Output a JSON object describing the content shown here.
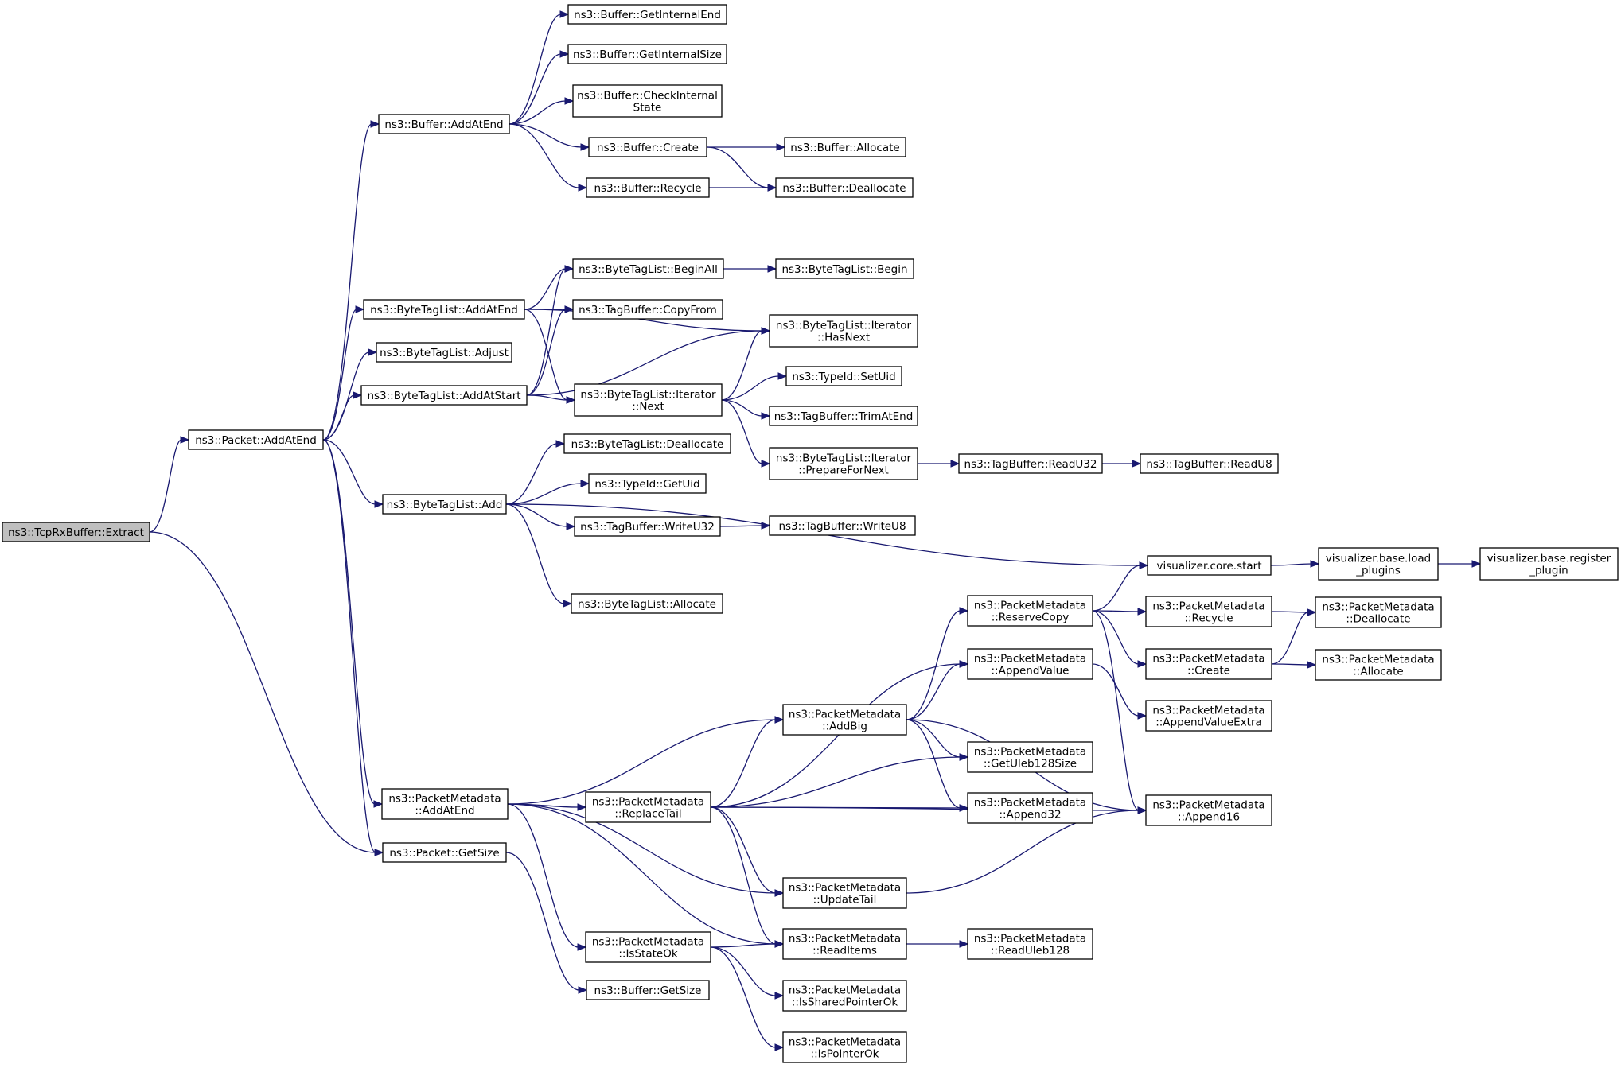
{
  "graph": {
    "colors": {
      "edge": "#191970",
      "node_border": "#000000",
      "node_fill": "#ffffff",
      "root_fill": "#bfbfbf"
    },
    "nodes": [
      {
        "id": "extract",
        "lines": [
          "ns3::TcpRxBuffer::Extract"
        ],
        "root": true
      },
      {
        "id": "packet_addatend",
        "lines": [
          "ns3::Packet::AddAtEnd"
        ]
      },
      {
        "id": "packet_getsize",
        "lines": [
          "ns3::Packet::GetSize"
        ]
      },
      {
        "id": "buffer_addatend",
        "lines": [
          "ns3::Buffer::AddAtEnd"
        ]
      },
      {
        "id": "btl_addatend",
        "lines": [
          "ns3::ByteTagList::AddAtEnd"
        ]
      },
      {
        "id": "btl_adjust",
        "lines": [
          "ns3::ByteTagList::Adjust"
        ]
      },
      {
        "id": "btl_addatstart",
        "lines": [
          "ns3::ByteTagList::AddAtStart"
        ]
      },
      {
        "id": "btl_add",
        "lines": [
          "ns3::ByteTagList::Add"
        ]
      },
      {
        "id": "pm_addatend",
        "lines": [
          "ns3::PacketMetadata",
          "::AddAtEnd"
        ]
      },
      {
        "id": "buffer_getinternalend",
        "lines": [
          "ns3::Buffer::GetInternalEnd"
        ]
      },
      {
        "id": "buffer_getinternalsize",
        "lines": [
          "ns3::Buffer::GetInternalSize"
        ]
      },
      {
        "id": "buffer_checkinternal",
        "lines": [
          "ns3::Buffer::CheckInternal",
          "State"
        ]
      },
      {
        "id": "buffer_create",
        "lines": [
          "ns3::Buffer::Create"
        ]
      },
      {
        "id": "buffer_recycle",
        "lines": [
          "ns3::Buffer::Recycle"
        ]
      },
      {
        "id": "buffer_allocate",
        "lines": [
          "ns3::Buffer::Allocate"
        ]
      },
      {
        "id": "buffer_deallocate",
        "lines": [
          "ns3::Buffer::Deallocate"
        ]
      },
      {
        "id": "btl_beginall",
        "lines": [
          "ns3::ByteTagList::BeginAll"
        ]
      },
      {
        "id": "btl_begin",
        "lines": [
          "ns3::ByteTagList::Begin"
        ]
      },
      {
        "id": "tagbuffer_copyfrom",
        "lines": [
          "ns3::TagBuffer::CopyFrom"
        ]
      },
      {
        "id": "btl_it_hasnext",
        "lines": [
          "ns3::ByteTagList::Iterator",
          "::HasNext"
        ]
      },
      {
        "id": "btl_it_next",
        "lines": [
          "ns3::ByteTagList::Iterator",
          "::Next"
        ]
      },
      {
        "id": "typeid_setuid",
        "lines": [
          "ns3::TypeId::SetUid"
        ]
      },
      {
        "id": "tagbuffer_trimatend",
        "lines": [
          "ns3::TagBuffer::TrimAtEnd"
        ]
      },
      {
        "id": "btl_it_prepare",
        "lines": [
          "ns3::ByteTagList::Iterator",
          "::PrepareForNext"
        ]
      },
      {
        "id": "tagbuffer_readu32",
        "lines": [
          "ns3::TagBuffer::ReadU32"
        ]
      },
      {
        "id": "tagbuffer_readu8",
        "lines": [
          "ns3::TagBuffer::ReadU8"
        ]
      },
      {
        "id": "btl_deallocate",
        "lines": [
          "ns3::ByteTagList::Deallocate"
        ]
      },
      {
        "id": "typeid_getuid",
        "lines": [
          "ns3::TypeId::GetUid"
        ]
      },
      {
        "id": "tagbuffer_writeu32",
        "lines": [
          "ns3::TagBuffer::WriteU32"
        ]
      },
      {
        "id": "tagbuffer_writeu8",
        "lines": [
          "ns3::TagBuffer::WriteU8"
        ]
      },
      {
        "id": "btl_allocate",
        "lines": [
          "ns3::ByteTagList::Allocate"
        ]
      },
      {
        "id": "vis_core_start",
        "lines": [
          "visualizer.core.start"
        ]
      },
      {
        "id": "vis_base_load",
        "lines": [
          "visualizer.base.load",
          "_plugins"
        ]
      },
      {
        "id": "vis_base_register",
        "lines": [
          "visualizer.base.register",
          "_plugin"
        ]
      },
      {
        "id": "pm_reservecopy",
        "lines": [
          "ns3::PacketMetadata",
          "::ReserveCopy"
        ]
      },
      {
        "id": "pm_recycle",
        "lines": [
          "ns3::PacketMetadata",
          "::Recycle"
        ]
      },
      {
        "id": "pm_create",
        "lines": [
          "ns3::PacketMetadata",
          "::Create"
        ]
      },
      {
        "id": "pm_deallocate",
        "lines": [
          "ns3::PacketMetadata",
          "::Deallocate"
        ]
      },
      {
        "id": "pm_allocate",
        "lines": [
          "ns3::PacketMetadata",
          "::Allocate"
        ]
      },
      {
        "id": "pm_appendvalue",
        "lines": [
          "ns3::PacketMetadata",
          "::AppendValue"
        ]
      },
      {
        "id": "pm_appendvalueextra",
        "lines": [
          "ns3::PacketMetadata",
          "::AppendValueExtra"
        ]
      },
      {
        "id": "pm_addbig",
        "lines": [
          "ns3::PacketMetadata",
          "::AddBig"
        ]
      },
      {
        "id": "pm_getuleb128size",
        "lines": [
          "ns3::PacketMetadata",
          "::GetUleb128Size"
        ]
      },
      {
        "id": "pm_replacetail",
        "lines": [
          "ns3::PacketMetadata",
          "::ReplaceTail"
        ]
      },
      {
        "id": "pm_append32",
        "lines": [
          "ns3::PacketMetadata",
          "::Append32"
        ]
      },
      {
        "id": "pm_append16",
        "lines": [
          "ns3::PacketMetadata",
          "::Append16"
        ]
      },
      {
        "id": "pm_updatetail",
        "lines": [
          "ns3::PacketMetadata",
          "::UpdateTail"
        ]
      },
      {
        "id": "pm_isstateok",
        "lines": [
          "ns3::PacketMetadata",
          "::IsStateOk"
        ]
      },
      {
        "id": "pm_readitems",
        "lines": [
          "ns3::PacketMetadata",
          "::ReadItems"
        ]
      },
      {
        "id": "pm_readuleb128",
        "lines": [
          "ns3::PacketMetadata",
          "::ReadUleb128"
        ]
      },
      {
        "id": "pm_issharedpointerok",
        "lines": [
          "ns3::PacketMetadata",
          "::IsSharedPointerOk"
        ]
      },
      {
        "id": "pm_ispointerok",
        "lines": [
          "ns3::PacketMetadata",
          "::IsPointerOk"
        ]
      },
      {
        "id": "buffer_getsize",
        "lines": [
          "ns3::Buffer::GetSize"
        ]
      }
    ],
    "edges": [
      [
        "extract",
        "packet_addatend"
      ],
      [
        "extract",
        "packet_getsize"
      ],
      [
        "packet_addatend",
        "buffer_addatend"
      ],
      [
        "packet_addatend",
        "btl_addatend"
      ],
      [
        "packet_addatend",
        "btl_adjust"
      ],
      [
        "packet_addatend",
        "btl_addatstart"
      ],
      [
        "packet_addatend",
        "btl_add"
      ],
      [
        "packet_addatend",
        "pm_addatend"
      ],
      [
        "packet_addatend",
        "packet_getsize"
      ],
      [
        "buffer_addatend",
        "buffer_getinternalend"
      ],
      [
        "buffer_addatend",
        "buffer_getinternalsize"
      ],
      [
        "buffer_addatend",
        "buffer_checkinternal"
      ],
      [
        "buffer_addatend",
        "buffer_create"
      ],
      [
        "buffer_addatend",
        "buffer_recycle"
      ],
      [
        "buffer_create",
        "buffer_allocate"
      ],
      [
        "buffer_create",
        "buffer_deallocate"
      ],
      [
        "buffer_recycle",
        "buffer_deallocate"
      ],
      [
        "btl_addatend",
        "btl_it_hasnext"
      ],
      [
        "btl_addatend",
        "btl_beginall"
      ],
      [
        "btl_addatend",
        "tagbuffer_copyfrom"
      ],
      [
        "btl_addatend",
        "btl_it_next"
      ],
      [
        "btl_beginall",
        "btl_begin"
      ],
      [
        "btl_addatstart",
        "btl_beginall"
      ],
      [
        "btl_addatstart",
        "tagbuffer_copyfrom"
      ],
      [
        "btl_addatstart",
        "btl_it_hasnext"
      ],
      [
        "btl_addatstart",
        "btl_it_next"
      ],
      [
        "btl_it_next",
        "btl_it_hasnext"
      ],
      [
        "btl_it_next",
        "typeid_setuid"
      ],
      [
        "btl_it_next",
        "tagbuffer_trimatend"
      ],
      [
        "btl_it_next",
        "btl_it_prepare"
      ],
      [
        "btl_it_prepare",
        "tagbuffer_readu32"
      ],
      [
        "tagbuffer_readu32",
        "tagbuffer_readu8"
      ],
      [
        "btl_add",
        "btl_deallocate"
      ],
      [
        "btl_add",
        "typeid_getuid"
      ],
      [
        "btl_add",
        "tagbuffer_writeu32"
      ],
      [
        "btl_add",
        "btl_allocate"
      ],
      [
        "btl_add",
        "vis_core_start"
      ],
      [
        "tagbuffer_writeu32",
        "tagbuffer_writeu8"
      ],
      [
        "vis_core_start",
        "vis_base_load"
      ],
      [
        "vis_base_load",
        "vis_base_register"
      ],
      [
        "pm_reservecopy",
        "vis_core_start"
      ],
      [
        "pm_reservecopy",
        "pm_recycle"
      ],
      [
        "pm_reservecopy",
        "pm_create"
      ],
      [
        "pm_reservecopy",
        "pm_append16"
      ],
      [
        "pm_recycle",
        "pm_deallocate"
      ],
      [
        "pm_create",
        "pm_deallocate"
      ],
      [
        "pm_create",
        "pm_allocate"
      ],
      [
        "pm_appendvalue",
        "pm_appendvalueextra"
      ],
      [
        "pm_addatend",
        "pm_addbig"
      ],
      [
        "pm_addatend",
        "pm_replacetail"
      ],
      [
        "pm_addatend",
        "pm_updatetail"
      ],
      [
        "pm_addatend",
        "pm_readitems"
      ],
      [
        "pm_addatend",
        "pm_isstateok"
      ],
      [
        "pm_addbig",
        "pm_reservecopy"
      ],
      [
        "pm_addbig",
        "pm_appendvalue"
      ],
      [
        "pm_addbig",
        "pm_getuleb128size"
      ],
      [
        "pm_addbig",
        "pm_append32"
      ],
      [
        "pm_addbig",
        "pm_append16"
      ],
      [
        "pm_replacetail",
        "pm_appendvalue"
      ],
      [
        "pm_replacetail",
        "pm_addbig"
      ],
      [
        "pm_replacetail",
        "pm_getuleb128size"
      ],
      [
        "pm_replacetail",
        "pm_append32"
      ],
      [
        "pm_replacetail",
        "pm_append16"
      ],
      [
        "pm_replacetail",
        "pm_updatetail"
      ],
      [
        "pm_replacetail",
        "pm_readitems"
      ],
      [
        "pm_updatetail",
        "pm_append16"
      ],
      [
        "pm_isstateok",
        "pm_readitems"
      ],
      [
        "pm_isstateok",
        "pm_issharedpointerok"
      ],
      [
        "pm_isstateok",
        "pm_ispointerok"
      ],
      [
        "pm_readitems",
        "pm_readuleb128"
      ],
      [
        "packet_getsize",
        "buffer_getsize"
      ]
    ]
  }
}
